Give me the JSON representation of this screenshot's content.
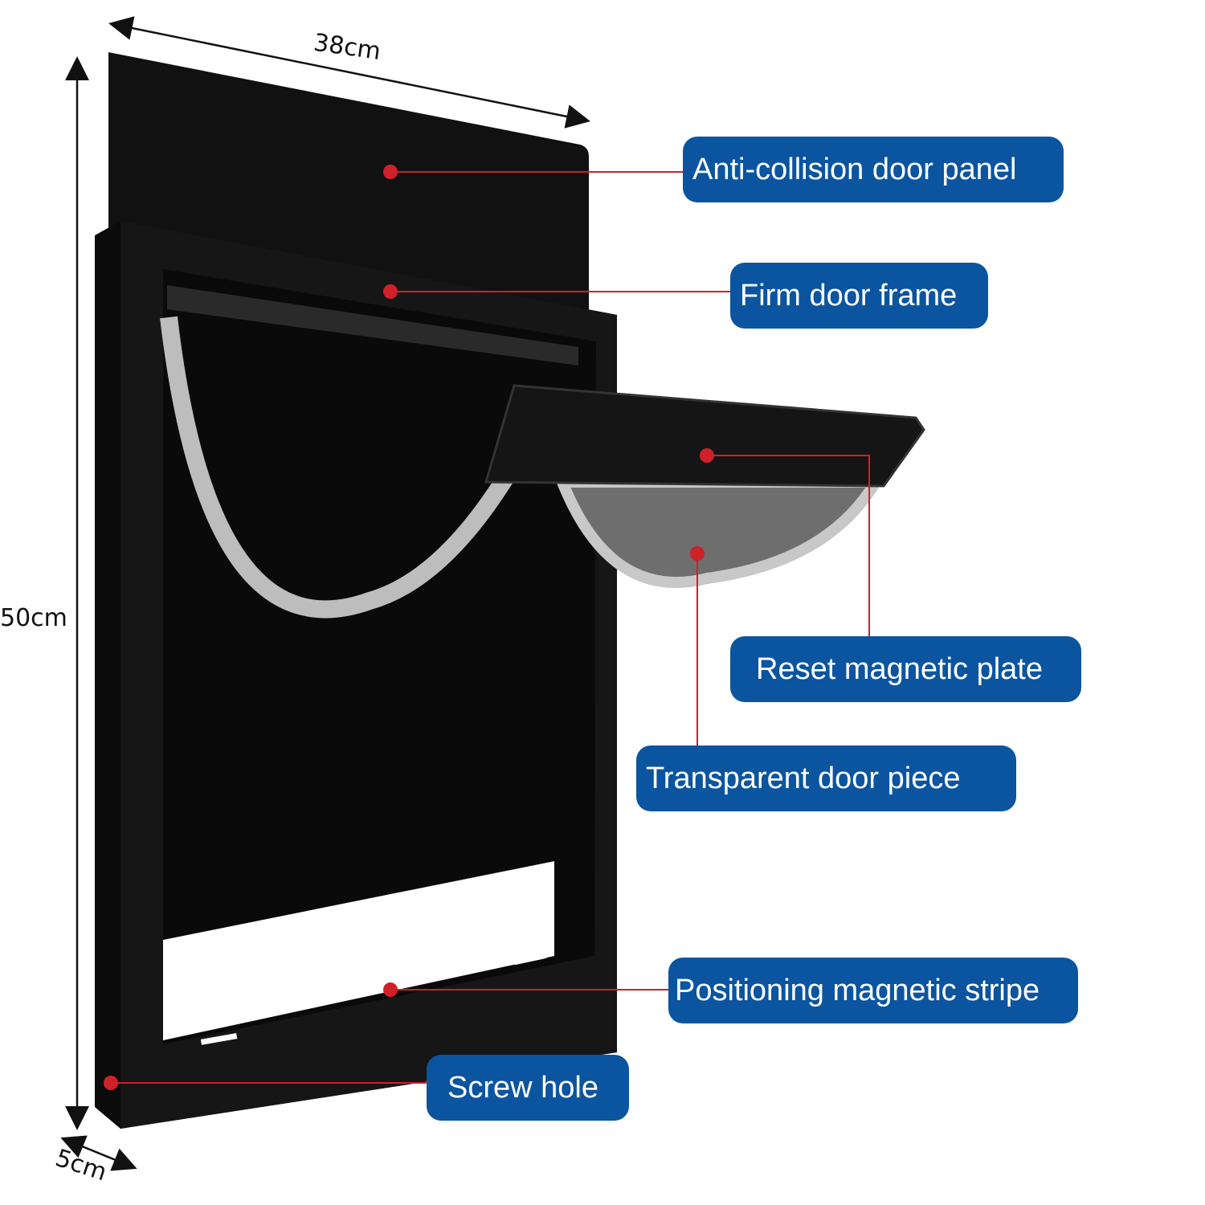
{
  "dimensions": {
    "width": "38cm",
    "height": "50cm",
    "depth": "5cm"
  },
  "callouts": [
    {
      "text": "Anti-collision door panel"
    },
    {
      "text": "Firm door frame"
    },
    {
      "text": "Reset magnetic plate"
    },
    {
      "text": "Transparent door piece"
    },
    {
      "text": "Positioning magnetic stripe"
    },
    {
      "text": "Screw hole"
    }
  ],
  "colors": {
    "label_bg": "#0b55a0",
    "pointer": "#d0202a",
    "product": "#0d0d0d"
  }
}
